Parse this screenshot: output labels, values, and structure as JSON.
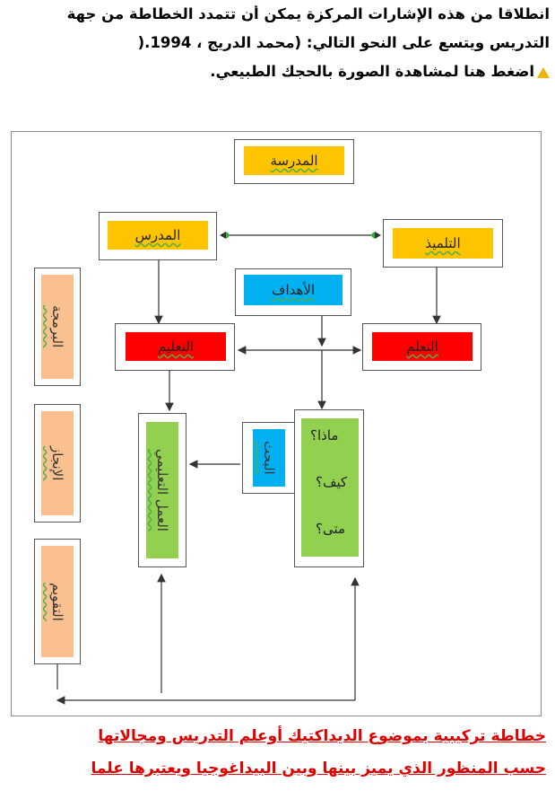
{
  "intro": {
    "line1": "انطلاقا من هذه الإشارات المركزة يمكن أن تتمدد الخطاطة من جهة",
    "line2": "التدريس ويتسع على النحو التالي: (محمد الدريج ، 1994.(",
    "line3": "اضغط هنا لمشاهدة الصورة بالحجك الطبيعي."
  },
  "diagram": {
    "school": "المدرسة",
    "teacher": "المدرس",
    "student": "التلميذ",
    "objectives": "الأهداف",
    "teaching": "التعليم",
    "learning": "التعلم",
    "educational_work": "العمل التعليمي",
    "research": "البحث",
    "what": "ماذا؟",
    "how": "كيف؟",
    "when": "متى؟",
    "programming": "البرمجة",
    "achievement": "الإنجاز",
    "evaluation": "التقويم"
  },
  "caption": {
    "line1": "خطاطة تركيبية بموضوع الديداكتيك أوعلم التدريس ومجالاتها",
    "line2": "حسب المنظور الذي يميز بينها وبين البيداغوجيا ويعتبرها علما"
  },
  "colors": {
    "school": "#ffc400",
    "teacher": "#ffc400",
    "student": "#ffc400",
    "objectives": "#00b0f0",
    "teaching": "#ff0000",
    "learning": "#ff0000",
    "green": "#92d050",
    "peach": "#fac090",
    "caption": "#e00000"
  }
}
